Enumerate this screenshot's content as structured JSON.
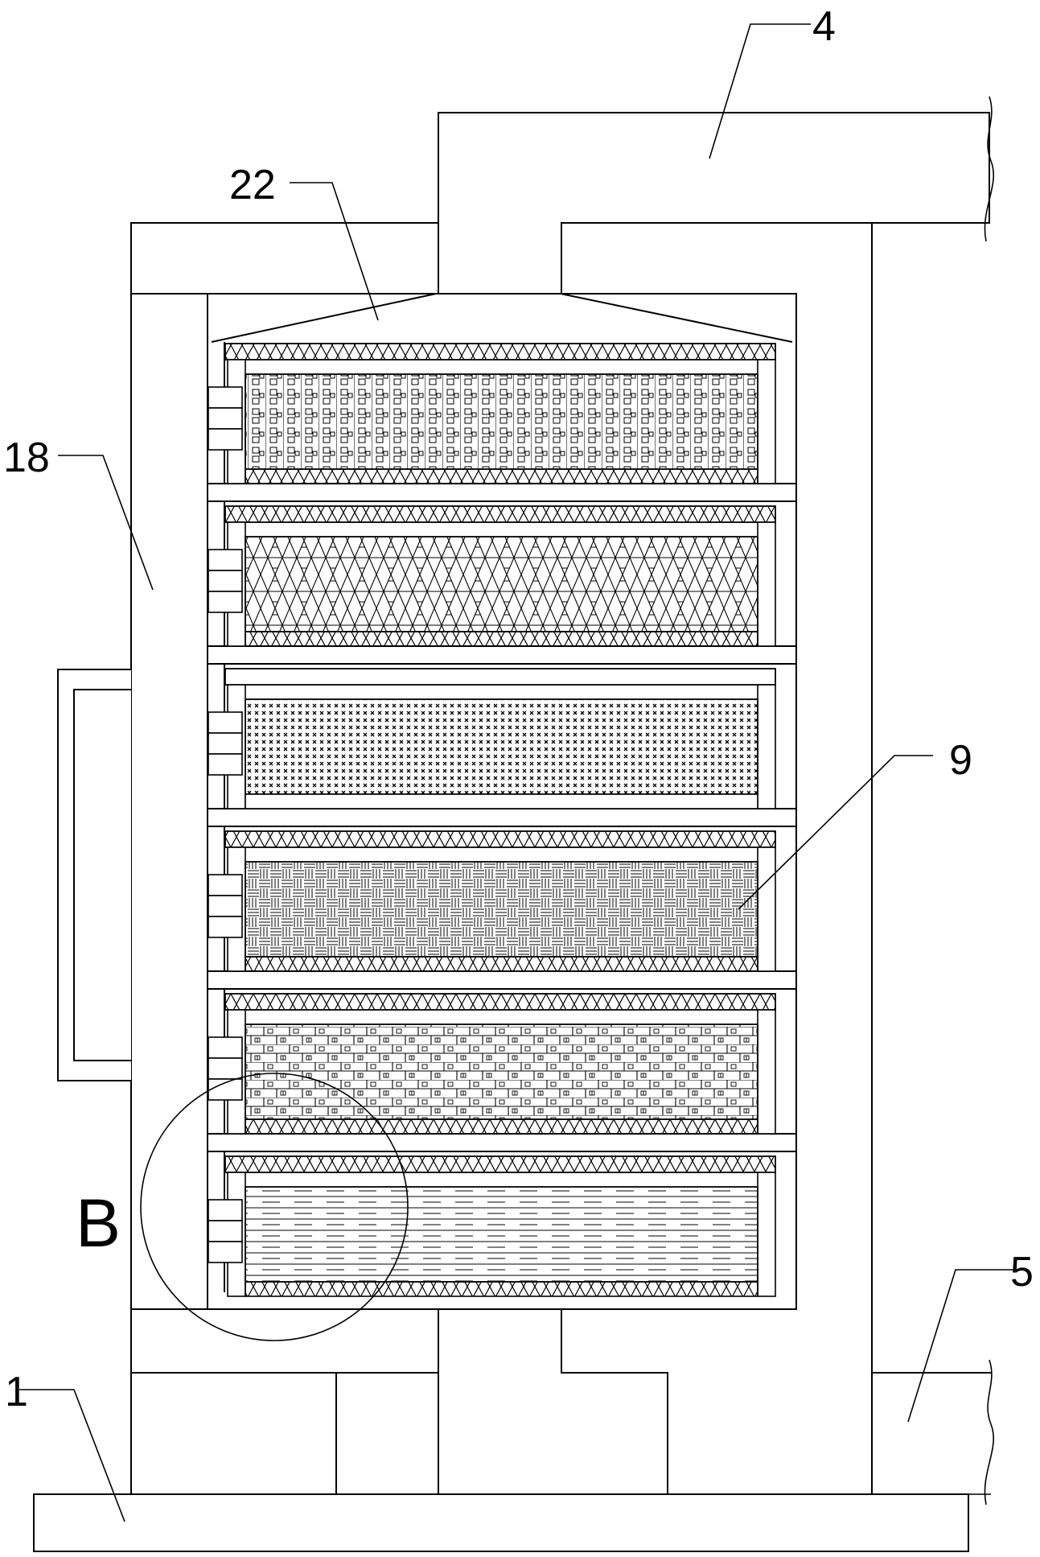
{
  "labels": {
    "l4": "4",
    "l22": "22",
    "l18": "18",
    "l9": "9",
    "lB": "B",
    "l5": "5",
    "l1": "1"
  },
  "filter_layers": [
    {
      "pattern": "square-grid",
      "top_mesh": true,
      "bottom_mesh": true
    },
    {
      "pattern": "triangle-lattice",
      "top_mesh": true,
      "bottom_mesh": true
    },
    {
      "pattern": "dots",
      "top_mesh": false,
      "bottom_mesh": false
    },
    {
      "pattern": "weave",
      "top_mesh": true,
      "bottom_mesh": true
    },
    {
      "pattern": "brick",
      "top_mesh": true,
      "bottom_mesh": true
    },
    {
      "pattern": "dashed-lines",
      "top_mesh": true,
      "bottom_mesh": true
    }
  ],
  "colors": {
    "line": "#000000",
    "background": "#ffffff"
  }
}
